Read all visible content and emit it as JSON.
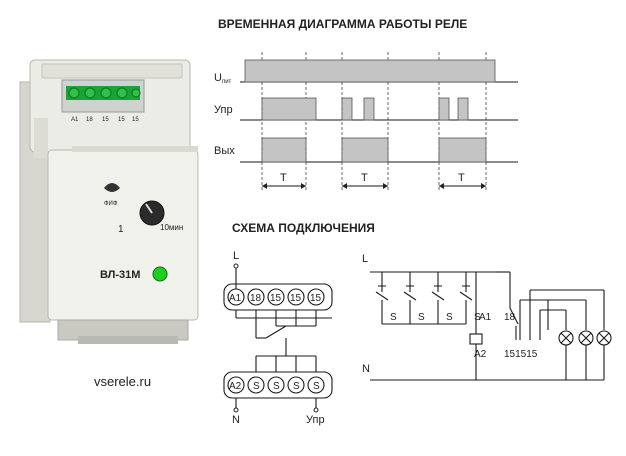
{
  "timing": {
    "title": "ВРЕМЕННАЯ ДИАГРАММА РАБОТЫ РЕЛЕ",
    "u_base": "U",
    "u_sub": "пит",
    "ctrl_label": "Упр",
    "out_label": "Вых",
    "t_label": "T"
  },
  "wiring": {
    "title": "СХЕМА ПОДКЛЮЧЕНИЯ",
    "term_top": [
      "A1",
      "18",
      "15",
      "15",
      "15"
    ],
    "term_bottom": [
      "A2",
      "S",
      "S",
      "S",
      "S"
    ],
    "l_label": "L",
    "n_label": "N",
    "upr_label": "Упр",
    "r_l": "L",
    "r_n": "N",
    "r_s": "S",
    "r_a1": "A1",
    "r_a2": "A2",
    "r_18": "18",
    "r_151515": "151515"
  },
  "device": {
    "model": "ВЛ-31М",
    "dial_min": "1",
    "dial_max": "10мин",
    "brand": "ФИФ",
    "top_terms": [
      "A1",
      "18",
      "15",
      "15",
      "15"
    ],
    "led_color": "#1fcf1f",
    "body_color": "#e9e9e2"
  },
  "footer": {
    "url": "vserele.ru"
  }
}
